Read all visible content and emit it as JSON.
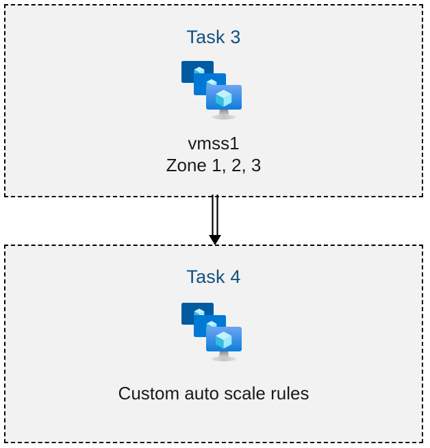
{
  "diagram": {
    "name": "azure-vmss-autoscale-task-flow",
    "background_color": "#ffffff",
    "box_fill_color": "#f2f2f2",
    "box_border_color": "#000000",
    "title_color": "#11507d",
    "label_color": "#1a1a1a"
  },
  "nodes": [
    {
      "id": "task3",
      "title": "Task 3",
      "icon": "virtual-machine-scale-set-icon",
      "labels": [
        "vmss1",
        "Zone 1, 2, 3"
      ]
    },
    {
      "id": "task4",
      "title": "Task 4",
      "icon": "virtual-machine-scale-set-icon",
      "labels": [
        "Custom auto scale rules"
      ]
    }
  ],
  "connector": {
    "name": "task3-to-task4-arrow",
    "style": "double-line",
    "direction": "down",
    "color": "#000000"
  },
  "icon_colors": {
    "monitor_back": "#005ba1",
    "monitor_middle": "#0078d4",
    "monitor_front_top": "#5ea0ef",
    "monitor_front_bottom": "#0f7ddb",
    "cube_light": "#c3f1ff",
    "cube_mid": "#9cebff",
    "cube_dark": "#32bedd",
    "stand_gray": "#9e9e9e"
  }
}
